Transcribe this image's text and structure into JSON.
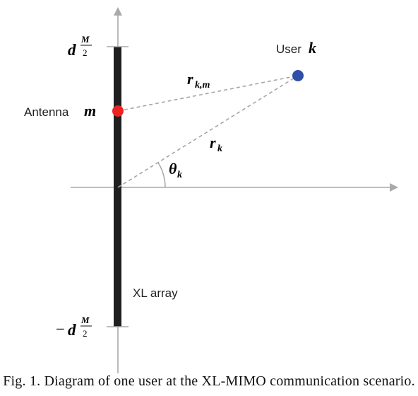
{
  "labels": {
    "top_tick": {
      "d": "d",
      "num": "M",
      "den": "2"
    },
    "bottom_tick": {
      "minus": "−",
      "d": "d",
      "num": "M",
      "den": "2"
    },
    "user": {
      "text": "User",
      "symbol": "k"
    },
    "antenna": {
      "text": "Antenna",
      "symbol": "m"
    },
    "r_km": {
      "base": "r",
      "sub": "k,m"
    },
    "r_k": {
      "base": "r",
      "sub": "k"
    },
    "theta_k": {
      "base": "θ",
      "sub": "k"
    },
    "array": "XL array"
  },
  "caption": "Fig. 1.  Diagram of one user at the XL-MIMO communication scenario.",
  "colors": {
    "axis": "#a9a9a9",
    "array": "#1f1f1f",
    "antenna": "#ee2222",
    "user": "#2f4fa8",
    "dashed": "#a6a6a6"
  }
}
